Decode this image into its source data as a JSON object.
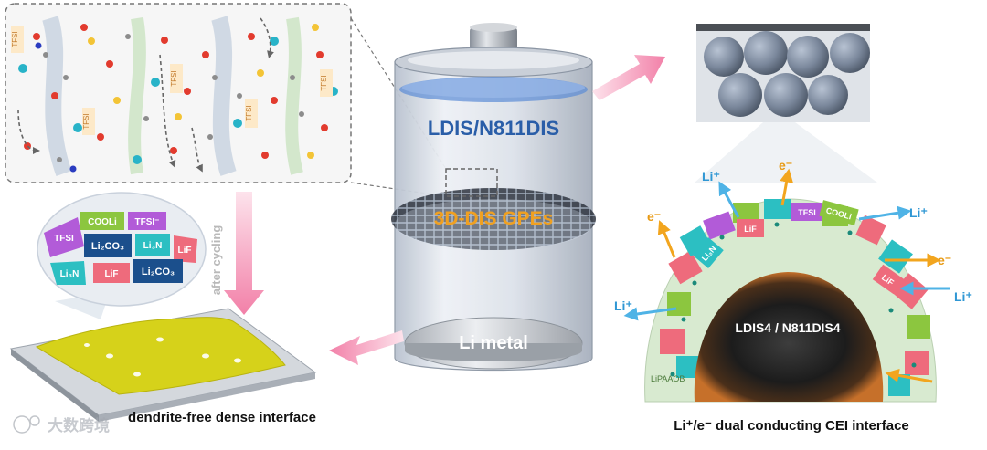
{
  "molecular_inset": {
    "tfsi_tags": [
      "TFSI",
      "TFSI",
      "TFSI",
      "TFSI",
      "TFSI"
    ]
  },
  "arrow_label": "after cycling",
  "sei_bubble": {
    "cells": [
      "TFSI",
      "COOLi",
      "TFSI⁻",
      "Li₂CO₃",
      "Li₃N",
      "LiF",
      "Li₃N",
      "Li₂CO₃",
      "LiF"
    ]
  },
  "left_caption": "dendrite-free dense interface",
  "battery": {
    "top_label": "LDIS/N811DIS",
    "middle_label": "3D-DIS GPEs",
    "bottom_label": "Li metal"
  },
  "cathode": {
    "core_label": "LDIS4 / N811DIS4",
    "shell_label": "LiPAAOB",
    "cells": [
      "TFSI",
      "COOLi",
      "LiF",
      "Li₃N",
      "LiF"
    ],
    "carriers": [
      "Li⁺",
      "e⁻",
      "e⁻",
      "Li⁺",
      "e⁻",
      "Li⁺",
      "Li⁺"
    ]
  },
  "right_caption": "Li⁺/e⁻ dual conducting CEI interface",
  "watermark": "大数跨境",
  "colors": {
    "battery_blue": "#2a5ea8",
    "gpe_orange": "#f0a020",
    "pink_arrow": "#f49ab8",
    "li_metal_film": "#d6d21a"
  }
}
